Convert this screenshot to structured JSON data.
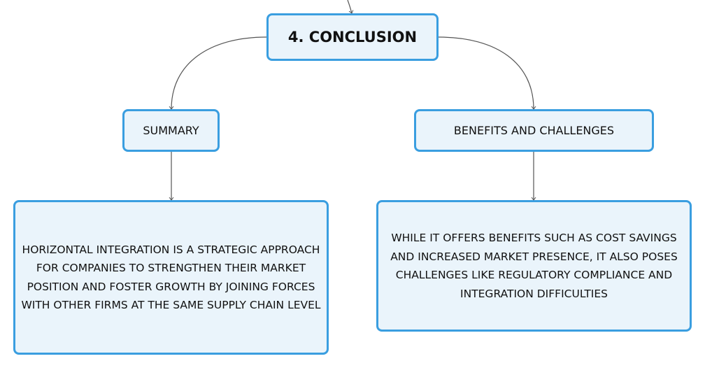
{
  "root": {
    "label": "4. CONCLUSION"
  },
  "branches": [
    {
      "label": "SUMMARY",
      "detail": "HORIZONTAL INTEGRATION IS A STRATEGIC APPROACH FOR COMPANIES TO STRENGTHEN THEIR MARKET POSITION AND FOSTER GROWTH BY JOINING FORCES WITH OTHER FIRMS AT THE SAME SUPPLY CHAIN LEVEL"
    },
    {
      "label": "BENEFITS AND CHALLENGES",
      "detail": "WHILE IT OFFERS BENEFITS SUCH AS COST SAVINGS AND INCREASED MARKET PRESENCE, IT ALSO POSES CHALLENGES LIKE REGULATORY COMPLIANCE AND INTEGRATION DIFFICULTIES"
    }
  ],
  "colors": {
    "node_border": "#3a9ee0",
    "node_fill": "#eaf4fb",
    "connector": "#555555",
    "text": "#111111"
  }
}
